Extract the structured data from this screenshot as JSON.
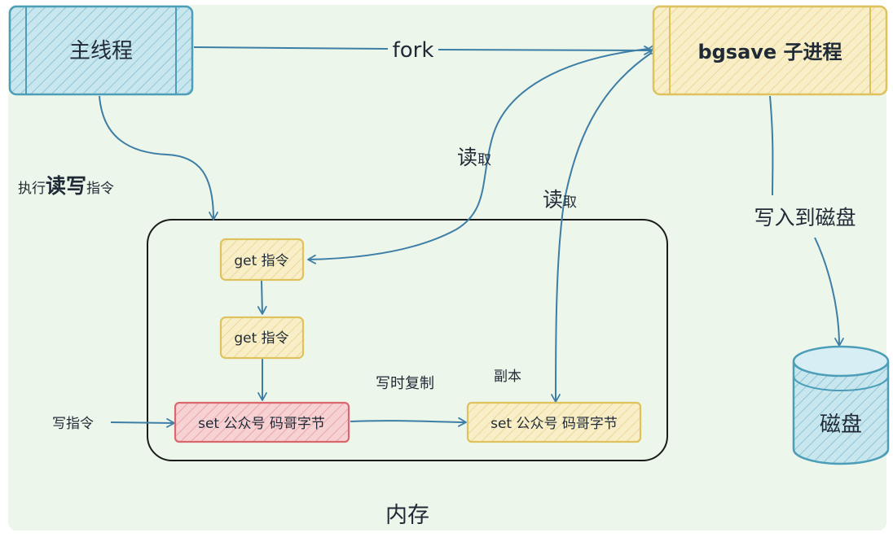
{
  "colors": {
    "background": "#edf6ea",
    "blue_fill": "#c8e6ee",
    "blue_stroke": "#4c9db8",
    "yellow_fill": "#f8efc8",
    "yellow_stroke": "#dfc25e",
    "red_fill": "#f6d2d4",
    "red_stroke": "#d9676c",
    "arrow": "#3d7ea6",
    "memory_border": "#1b1b1b"
  },
  "nodes": {
    "main_thread": "主线程",
    "bgsave": "bgsave 子进程",
    "get_cmd_1": "get 指令",
    "get_cmd_2": "get 指令",
    "set_cmd": "set 公众号 码哥字节",
    "set_copy": "set 公众号 码哥字节",
    "disk": "磁盘"
  },
  "labels": {
    "fork": "fork",
    "exec_prefix": "执行",
    "exec_big": "读写",
    "exec_suffix": "指令",
    "read_big_1": "读",
    "read_small_1": "取",
    "read_big_2": "读",
    "read_small_2": "取",
    "write_disk": "写入到磁盘",
    "write_cmd": "写指令",
    "cow": "写时复制",
    "copy": "副本",
    "memory": "内存"
  }
}
